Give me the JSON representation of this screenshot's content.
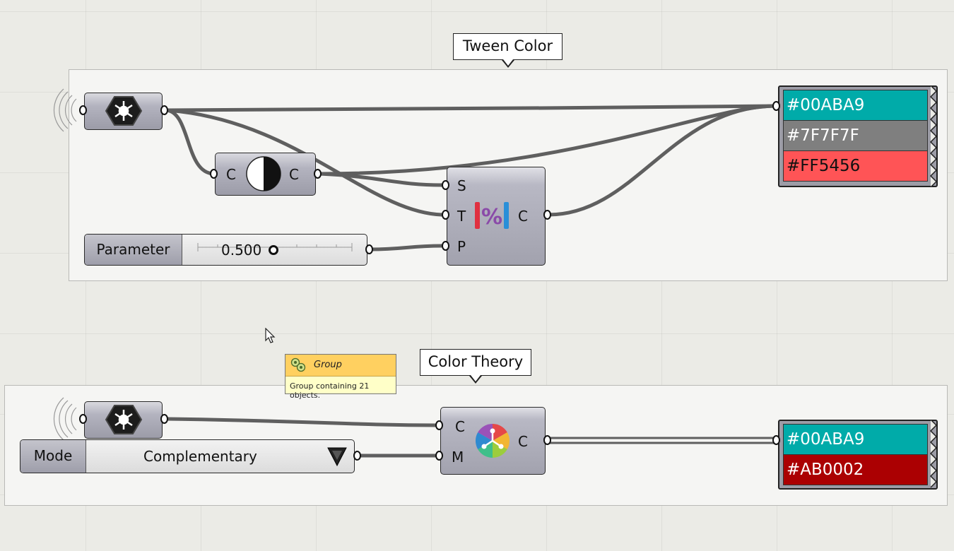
{
  "groups": {
    "tween": {
      "label": "Tween Color"
    },
    "theory": {
      "label": "Color Theory"
    }
  },
  "tween": {
    "contrast_node": {
      "input": "C",
      "output": "C",
      "icon": "contrast-icon"
    },
    "tween_node": {
      "inputs": [
        "S",
        "T",
        "P"
      ],
      "output": "C",
      "icon": "tween-percent-icon"
    },
    "slider": {
      "name": "Parameter",
      "value": "0.500"
    },
    "swatches": [
      {
        "text": "#00ABA9",
        "color": "#00ABA9"
      },
      {
        "text": "#7F7F7F",
        "color": "#7F7F7F"
      },
      {
        "text": "#FF5456",
        "color": "#FF5456"
      }
    ]
  },
  "theory": {
    "theory_node": {
      "inputs": [
        "C",
        "M"
      ],
      "output": "C",
      "icon": "color-wheel-icon"
    },
    "mode": {
      "name": "Mode",
      "value": "Complementary"
    },
    "swatches": [
      {
        "text": "#00ABA9",
        "color": "#00ABA9"
      },
      {
        "text": "#AB0002",
        "color": "#AB0002"
      }
    ]
  },
  "tooltip": {
    "title": "Group",
    "body": "Group containing 21 objects."
  },
  "colors": {
    "wire": "#5f5f5f",
    "canvas": "#ebebe6",
    "node": "#a9a9b5"
  }
}
